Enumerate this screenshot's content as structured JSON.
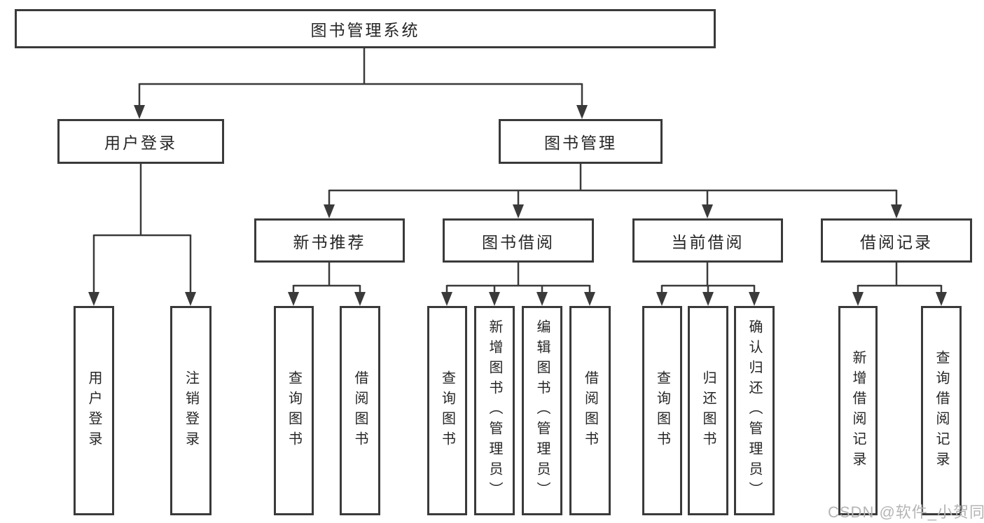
{
  "tree": {
    "root": {
      "label": "图书管理系统",
      "children": [
        {
          "label": "用户登录",
          "children": [
            {
              "label": "用户登录"
            },
            {
              "label": "注销登录"
            }
          ]
        },
        {
          "label": "图书管理",
          "children": [
            {
              "label": "新书推荐",
              "children": [
                {
                  "label": "查询图书"
                },
                {
                  "label": "借阅图书"
                }
              ]
            },
            {
              "label": "图书借阅",
              "children": [
                {
                  "label": "查询图书"
                },
                {
                  "label": "新增图书（管理员）"
                },
                {
                  "label": "编辑图书（管理员）"
                },
                {
                  "label": "借阅图书"
                }
              ]
            },
            {
              "label": "当前借阅",
              "children": [
                {
                  "label": "查询图书"
                },
                {
                  "label": "归还图书"
                },
                {
                  "label": "确认归还（管理员）"
                }
              ]
            },
            {
              "label": "借阅记录",
              "children": [
                {
                  "label": "新增借阅记录"
                },
                {
                  "label": "查询借阅记录"
                }
              ]
            }
          ]
        }
      ]
    }
  },
  "watermark": {
    "text": "CSDN @软件_小贺同学"
  },
  "colors": {
    "line": "#3a3a3a",
    "text": "#262626",
    "watermark": "#b5b5b5",
    "background": "#ffffff"
  }
}
